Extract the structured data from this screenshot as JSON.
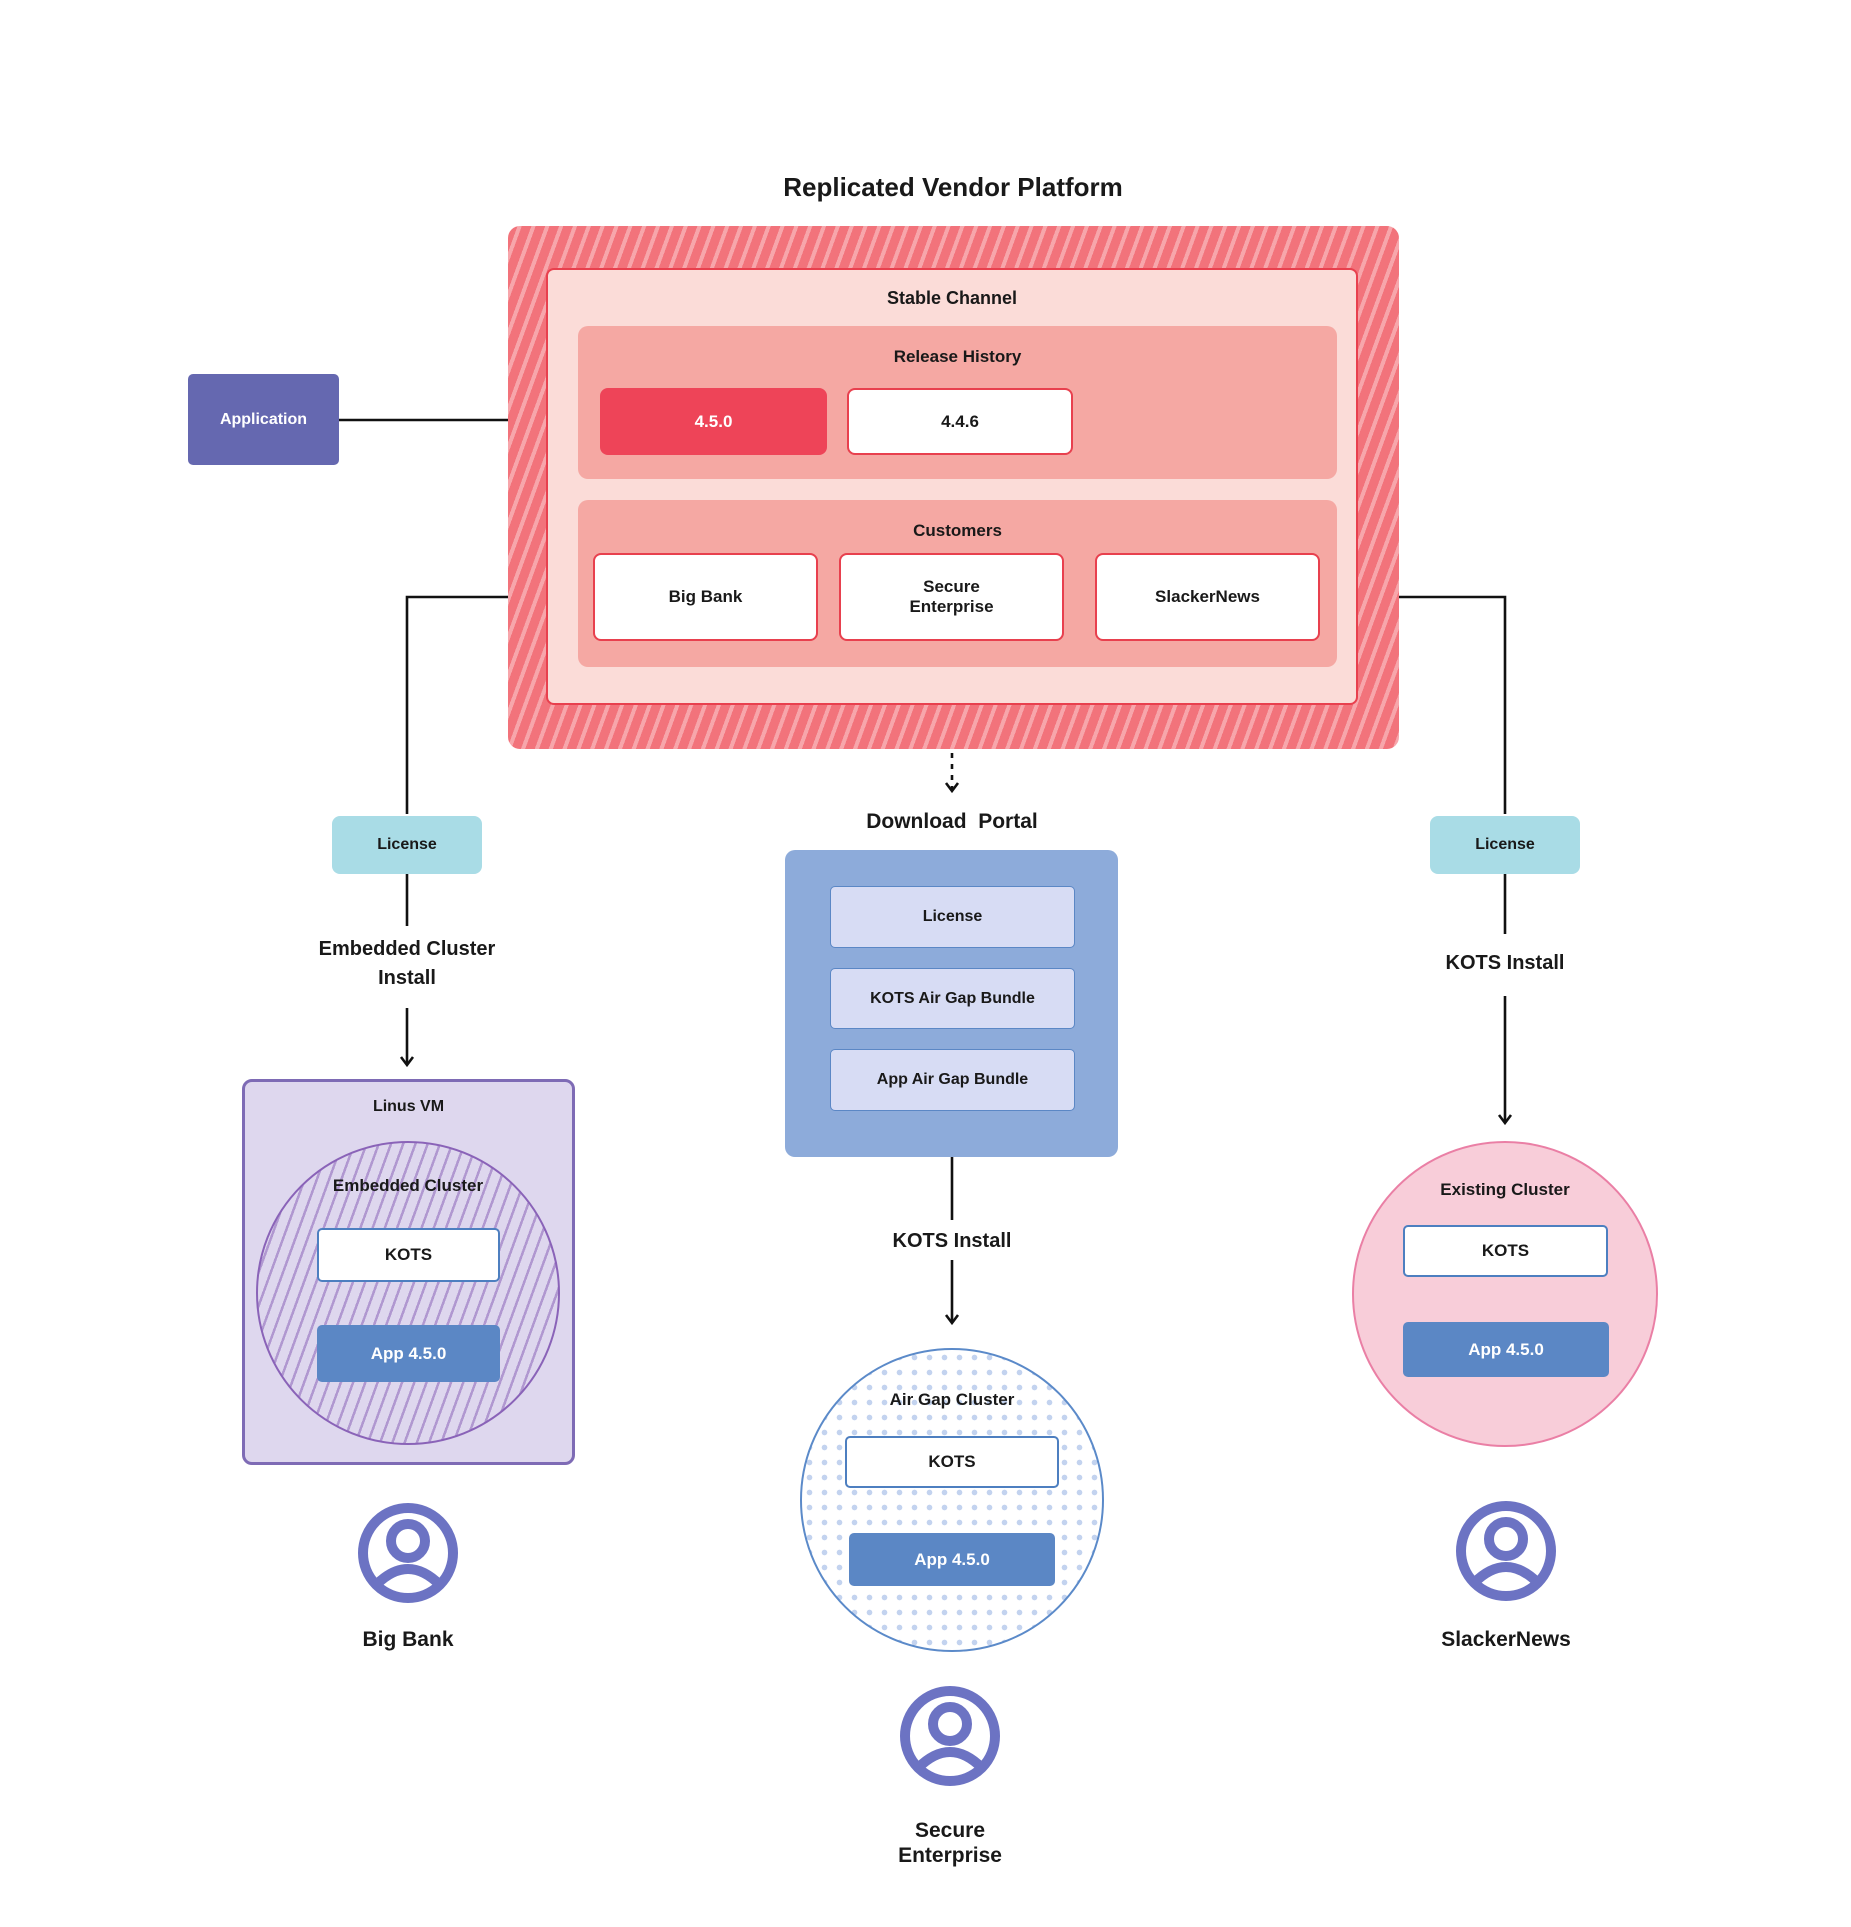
{
  "title": "Replicated Vendor Platform",
  "platform": {
    "stable_channel_label": "Stable Channel",
    "release_history": {
      "label": "Release History",
      "current_release": "4.5.0",
      "previous_release": "4.4.6"
    },
    "customers": {
      "label": "Customers",
      "items": [
        "Big Bank",
        "Secure\nEnterprise",
        "SlackerNews"
      ]
    }
  },
  "application_label": "Application",
  "left_branch": {
    "license_label": "License",
    "install_label": "Embedded Cluster\nInstall",
    "vm_label": "Linus VM",
    "cluster_label": "Embedded Cluster",
    "kots_label": "KOTS",
    "app_label": "App 4.5.0",
    "customer_name": "Big Bank"
  },
  "middle_branch": {
    "portal_title": "Download  Portal",
    "portal_items": [
      "License",
      "KOTS Air Gap Bundle",
      "App Air Gap Bundle"
    ],
    "install_label": "KOTS Install",
    "cluster_label": "Air Gap Cluster",
    "kots_label": "KOTS",
    "app_label": "App 4.5.0",
    "customer_name": "Secure\nEnterprise"
  },
  "right_branch": {
    "license_label": "License",
    "install_label": "KOTS Install",
    "cluster_label": "Existing Cluster",
    "kots_label": "KOTS",
    "app_label": "App 4.5.0",
    "customer_name": "SlackerNews"
  },
  "icons": {
    "customer": "person-icon"
  },
  "colors": {
    "hatch_base": "#f2737b",
    "hatch_stripe": "#f7a6ab",
    "channel_bg": "#fbdcd8",
    "section_bg": "#f5a8a3",
    "accent_border": "#e8404e",
    "current_release_red": "#ee4458",
    "application_purple": "#6568b0",
    "license_teal": "#a9dce6",
    "portal_blue": "#8dabda",
    "portal_item_bg": "#d7dcf4",
    "app_blue": "#5b87c5",
    "kots_border": "#4d7fc0",
    "vm_lavender": "#ded7ee",
    "vm_border": "#7e6bb5",
    "embedded_circle_purple": "#8a63b8",
    "airgap_border": "#5b8ac9",
    "existing_pink_bg": "#f8cdd9",
    "existing_pink_border": "#ea7fa5",
    "person_indigo": "#6c73c3"
  }
}
